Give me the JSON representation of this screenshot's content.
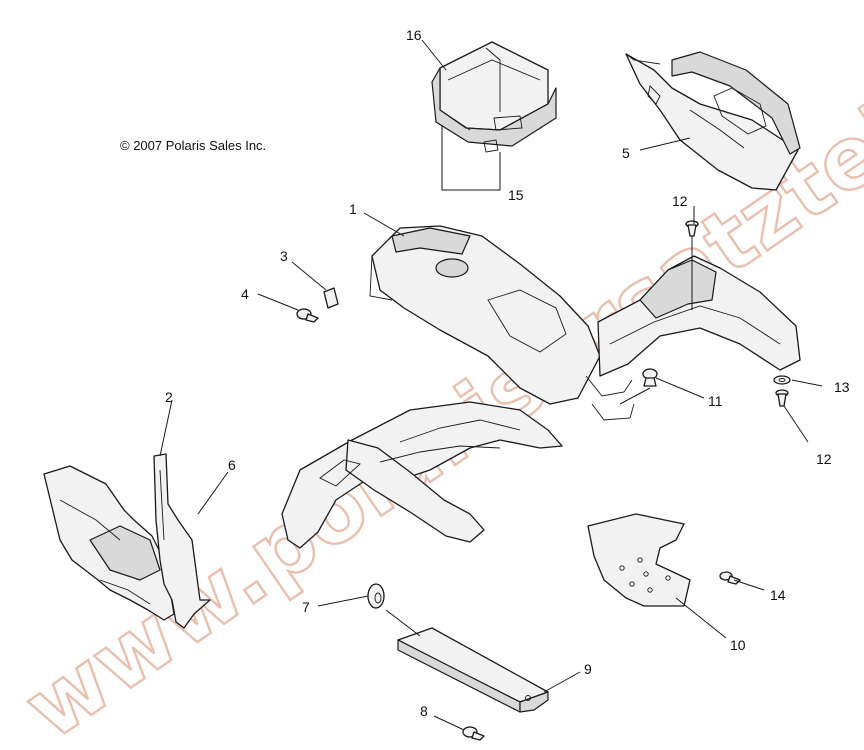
{
  "copyright": "© 2007 Polaris Sales Inc.",
  "watermark": "www.polarisersatzteile.de",
  "watermark_color": "#e7b9a6",
  "callouts": {
    "c1": "1",
    "c2": "2",
    "c3": "3",
    "c4": "4",
    "c5": "5",
    "c6": "6",
    "c7": "7",
    "c8": "8",
    "c9": "9",
    "c10": "10",
    "c11": "11",
    "c12a": "12",
    "c12b": "12",
    "c13": "13",
    "c14": "14",
    "c15": "15",
    "c16": "16"
  }
}
